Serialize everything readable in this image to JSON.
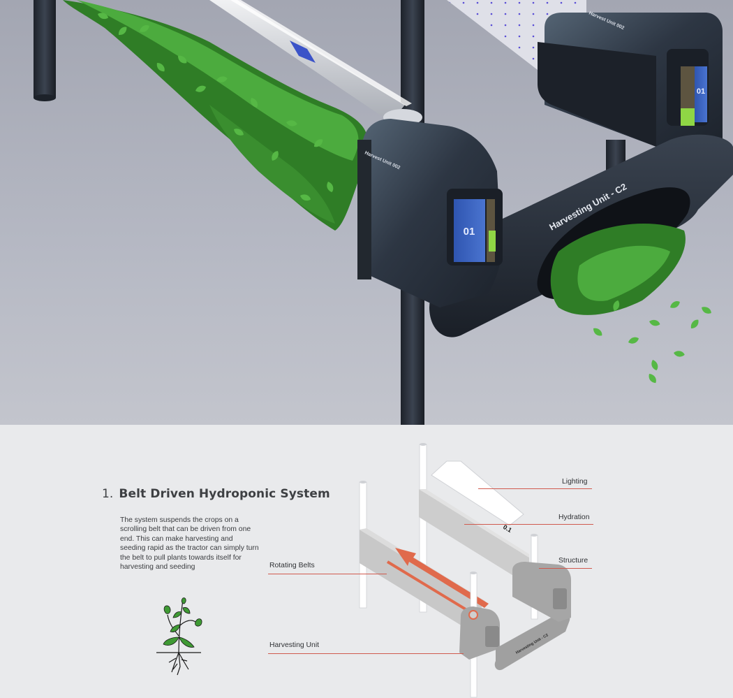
{
  "render": {
    "unit_left_label": "Harvest Unit 002",
    "unit_right_label": "Harvest Unit 002",
    "cartridge_number": "01",
    "arm_label": "Harvesting Unit - C2"
  },
  "section": {
    "number": "1.",
    "title": "Belt Driven Hydroponic System",
    "description": "The system suspends the crops on a scrolling belt that can be driven from one end. This can make harvesting and seeding rapid as the tractor can simply turn the belt to pull plants towards itself for harvesting and seeding"
  },
  "callouts": {
    "lighting": "Lighting",
    "hydration": "Hydration",
    "structure": "Structure",
    "rotating_belts": "Rotating Belts",
    "harvesting_unit": "Harvesting Unit"
  },
  "diagram": {
    "arm_label": "Harvesting Unit - C2"
  },
  "colors": {
    "accent_red": "#d05a4e",
    "belt_arrow": "#e06a4c",
    "leaf_green": "#3f9a34",
    "panel_bg": "#e9eaec",
    "unit_body": "#2f3844"
  }
}
